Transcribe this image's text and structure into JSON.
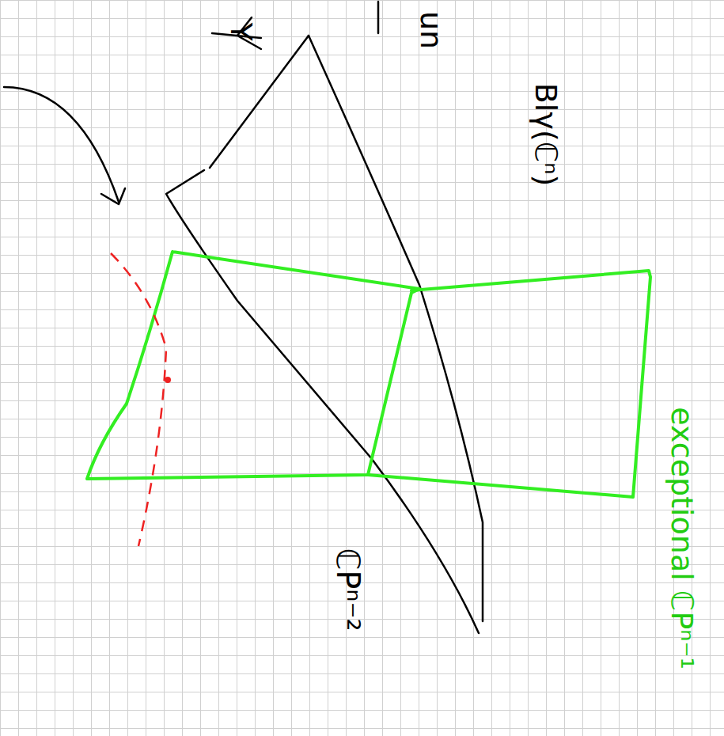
{
  "diagram": {
    "labels": [
      "Y",
      "un",
      "Blγ(ℂⁿ)",
      "ℂPⁿ⁻²",
      "exceptional ℂPⁿ⁻¹"
    ]
  }
}
